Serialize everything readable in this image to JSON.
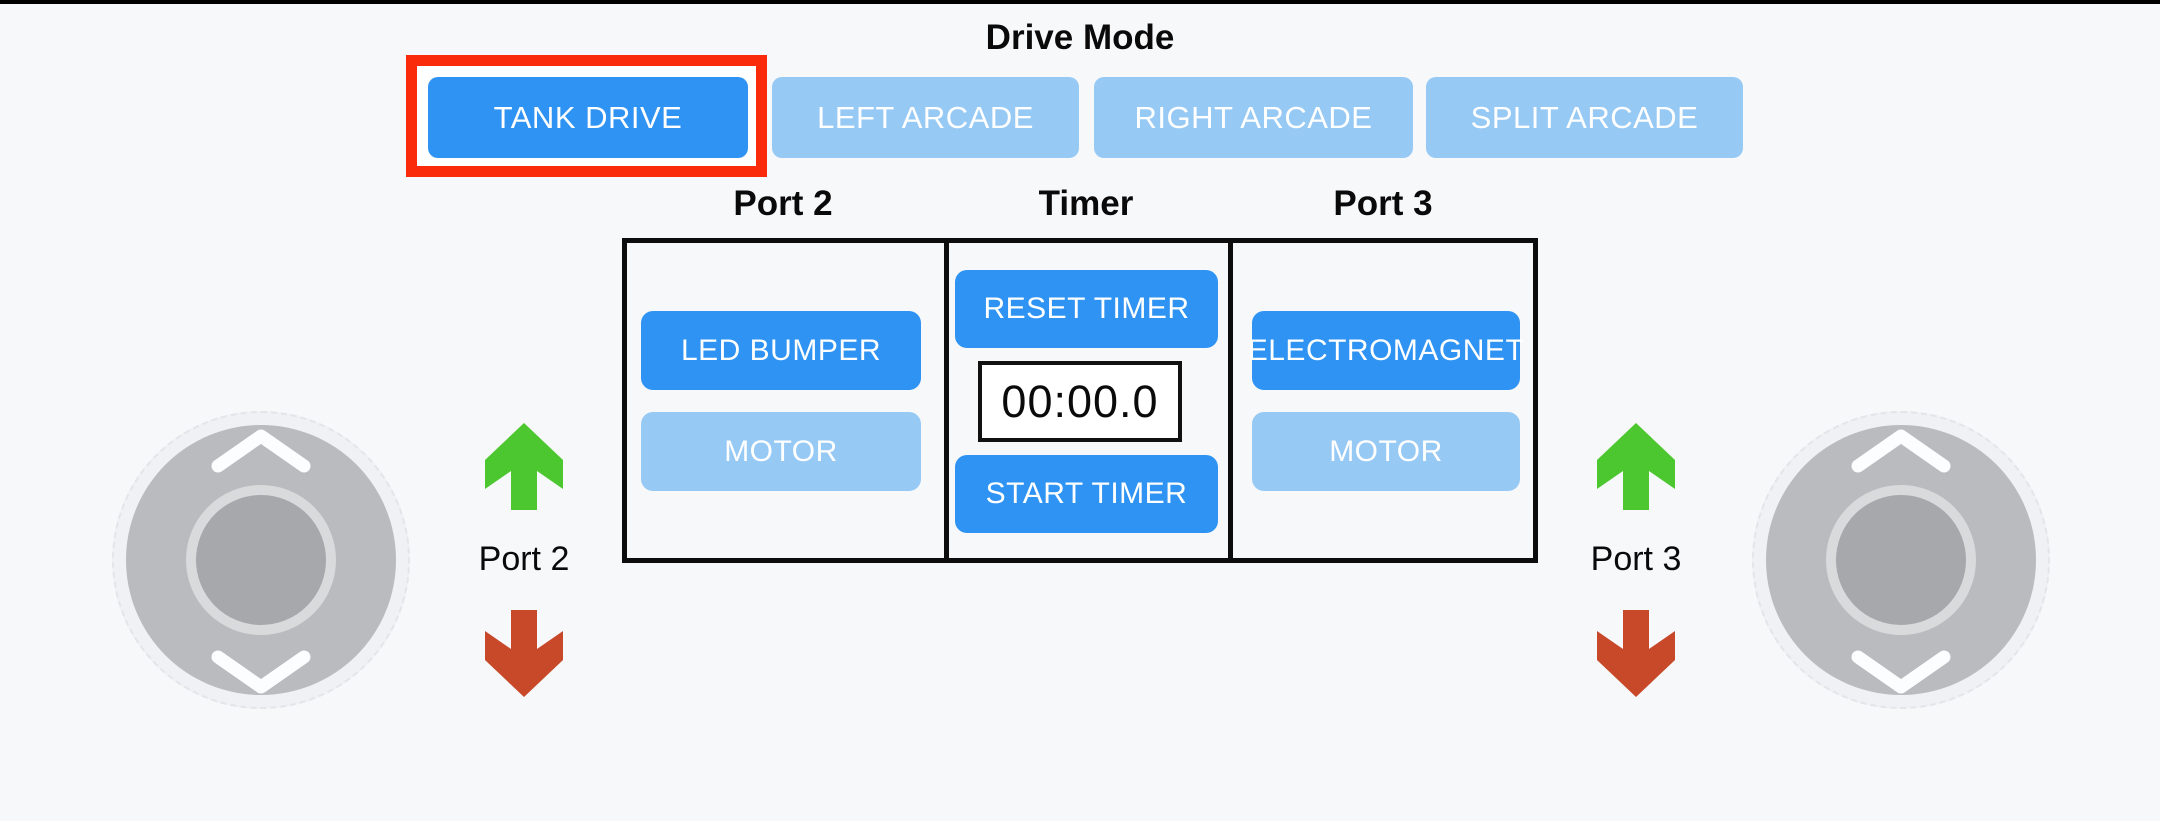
{
  "colors": {
    "page_background": "#f7f8fa",
    "active_blue": "#2e93f2",
    "inactive_blue": "#97c9f5",
    "button_text": "#ffffff",
    "annotation_red": "#fa2b0a",
    "arrow_green": "#4cc72f",
    "arrow_red": "#c7492a",
    "table_border": "#0d0d0d",
    "joystick_base": "#f0f1f4",
    "joystick_pad": "#b9bbbe",
    "joystick_knob": "#a6a8ab",
    "joystick_knob_ring": "#d9dadc",
    "chevron_white": "#fcfdfe"
  },
  "drive_mode": {
    "title": "Drive Mode",
    "selected": "TANK DRIVE",
    "buttons": [
      {
        "label": "TANK DRIVE",
        "active": true,
        "highlighted": true
      },
      {
        "label": "LEFT ARCADE",
        "active": false
      },
      {
        "label": "RIGHT ARCADE",
        "active": false
      },
      {
        "label": "SPLIT ARCADE",
        "active": false
      }
    ]
  },
  "control_panel": {
    "port2": {
      "header": "Port 2",
      "led_bumper_label": "LED BUMPER",
      "led_bumper_active": true,
      "motor_label": "MOTOR",
      "motor_active": false
    },
    "timer": {
      "header": "Timer",
      "reset_label": "RESET TIMER",
      "display": "00:00.0",
      "start_label": "START TIMER"
    },
    "port3": {
      "header": "Port 3",
      "electromagnet_label": "ELECTROMAGNET",
      "electromagnet_active": true,
      "motor_label": "MOTOR",
      "motor_active": false
    }
  },
  "left_stick": {
    "port_label": "Port 2",
    "up_arrow": "green-up",
    "down_arrow": "red-down"
  },
  "right_stick": {
    "port_label": "Port 3",
    "up_arrow": "green-up",
    "down_arrow": "red-down"
  }
}
